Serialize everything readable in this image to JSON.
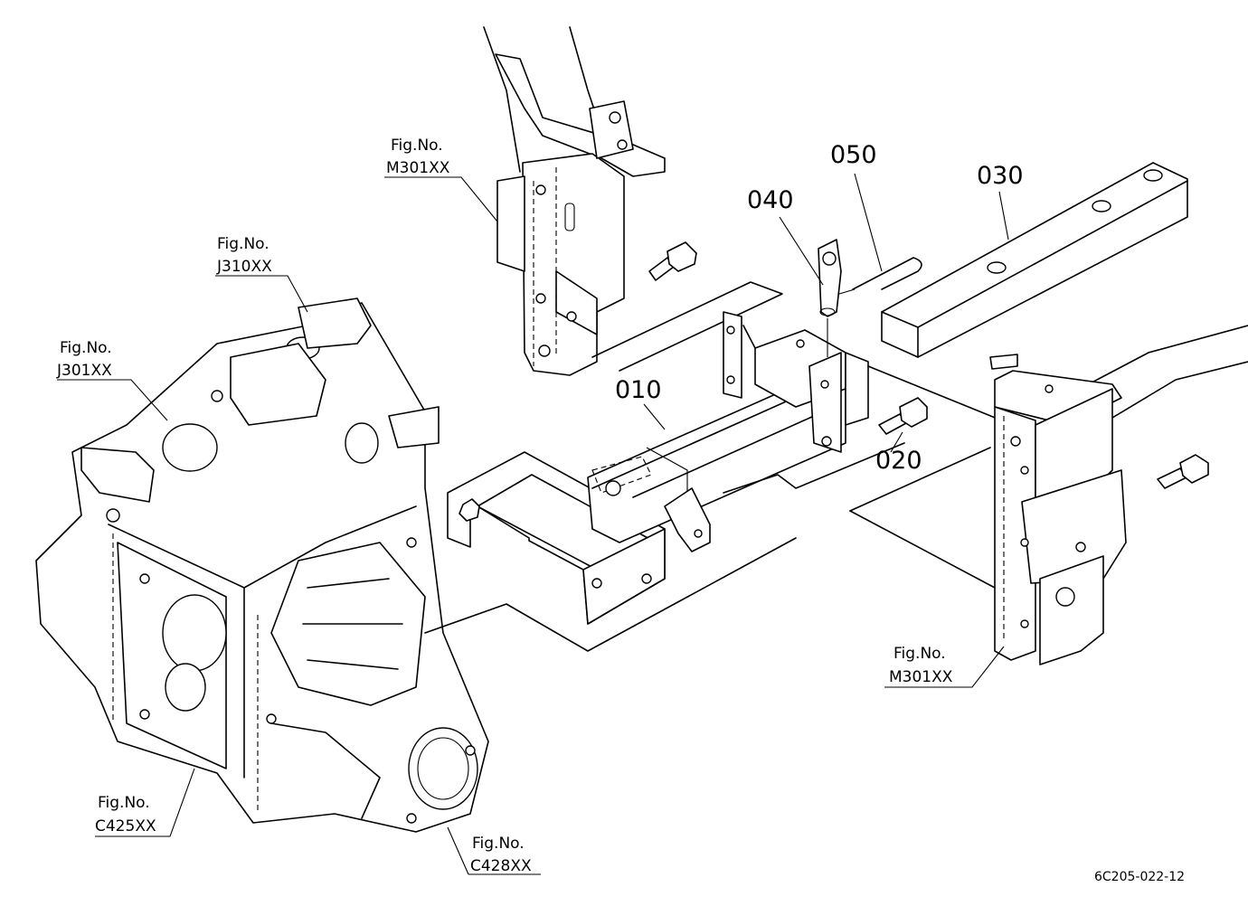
{
  "parts": [
    {
      "id": "part-010",
      "label": "010"
    },
    {
      "id": "part-020",
      "label": "020"
    },
    {
      "id": "part-030",
      "label": "030"
    },
    {
      "id": "part-040",
      "label": "040"
    },
    {
      "id": "part-050",
      "label": "050"
    }
  ],
  "figure_refs": [
    {
      "id": "m301-top",
      "line1": "Fig.No.",
      "line2": "M301XX"
    },
    {
      "id": "j310",
      "line1": "Fig.No.",
      "line2": "J310XX"
    },
    {
      "id": "j301",
      "line1": "Fig.No.",
      "line2": "J301XX"
    },
    {
      "id": "m301-right",
      "line1": "Fig.No.",
      "line2": "M301XX"
    },
    {
      "id": "c425",
      "line1": "Fig.No.",
      "line2": "C425XX"
    },
    {
      "id": "c428",
      "line1": "Fig.No.",
      "line2": "C428XX"
    }
  ],
  "drawing_code": "6C205-022-12"
}
